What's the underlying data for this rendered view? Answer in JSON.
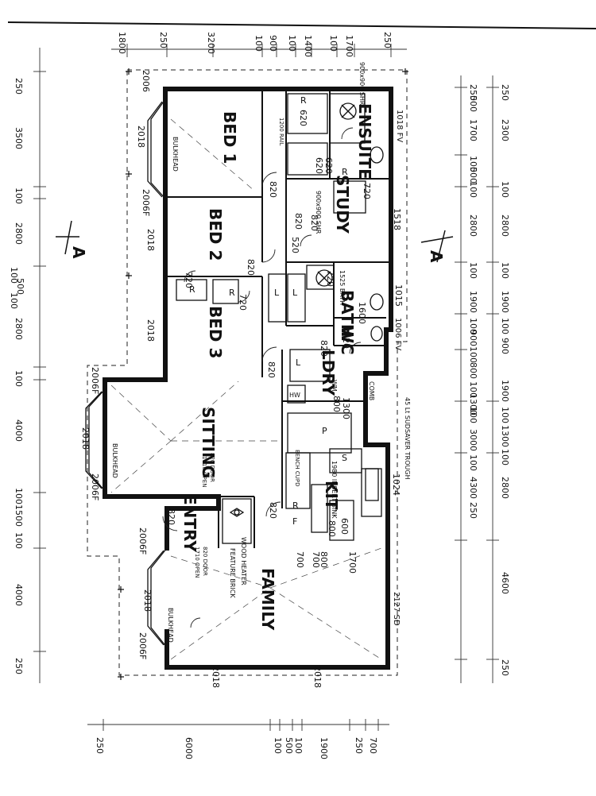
{
  "rooms": {
    "bed1": "BED 1",
    "bed2": "BED 2",
    "bed3": "BED 3",
    "study": "STUDY",
    "ensuite": "ENSUITE",
    "bath": "BATH",
    "wc": "WC",
    "ldry": "LDRY",
    "sitting": "SITTING",
    "entry": "ENTRY",
    "family": "FAMILY",
    "kit": "KIT"
  },
  "section_marker": "A",
  "notes": {
    "bulkhead": "BULKHEAD",
    "wood_heater": "WOOD HEATER",
    "feature_brick": "FEATURE BRICK",
    "trough": "45 Lt SUDSAVER TROUGH",
    "comb": "COMB",
    "shr_ensuite": "900x900 SHR",
    "shr_study": "900x900 SHR",
    "bath_size": "1525 BATH",
    "sink": "1980 INSERT SINK",
    "door_sitting": "820 DOOR",
    "open_sitting": "1710 OPEN",
    "door_entry": "820 DOOR",
    "open_entry": "1710 OPEN",
    "rail": "1200 RAIL",
    "bench": "BENCH CUPD",
    "fv_ensuite": "1018 FV",
    "fv_wc": "1006 FV",
    "sd_family": "2127 SD"
  },
  "labels": {
    "r": "R",
    "l": "L",
    "p": "P",
    "f": "F",
    "s": "S",
    "hw": "HW",
    "wm": "WM"
  },
  "windows": [
    "2006",
    "2018",
    "2006F",
    "2018",
    "2018",
    "2006F",
    "2018",
    "2006F",
    "2006F",
    "2018",
    "2006F",
    "1518",
    "1015",
    "1024",
    "2018",
    "2018"
  ],
  "doors": [
    "820",
    "820",
    "820",
    "820",
    "820",
    "820",
    "820",
    "820",
    "720",
    "720",
    "720",
    "720",
    "720",
    "620",
    "620",
    "620",
    "520"
  ],
  "dims_top": [
    "1800",
    "250",
    "3200",
    "100",
    "900",
    "100",
    "1400",
    "100",
    "1700",
    "250"
  ],
  "dims_left": [
    "250",
    "3500",
    "100",
    "2800",
    "100",
    "500",
    "100",
    "2800",
    "100",
    "4000",
    "100",
    "1500",
    "100",
    "4000",
    "250"
  ],
  "dims_right_inner": [
    "250",
    "500",
    "1700",
    "100",
    "500",
    "100",
    "2800",
    "100",
    "1900",
    "100",
    "900",
    "100",
    "800",
    "100",
    "1300",
    "100",
    "3000",
    "100",
    "4300",
    "250"
  ],
  "dims_right_outer": [
    "250",
    "2300",
    "100",
    "2800",
    "100",
    "1900",
    "100",
    "900",
    "1900",
    "100",
    "1300",
    "100",
    "2800",
    "4600",
    "250"
  ],
  "dims_bottom": [
    "250",
    "6000",
    "100",
    "500",
    "100",
    "1900",
    "250",
    "700"
  ],
  "dims_misc": [
    "1300",
    "800",
    "700",
    "700",
    "800",
    "1700",
    "600",
    "800",
    "1600"
  ]
}
